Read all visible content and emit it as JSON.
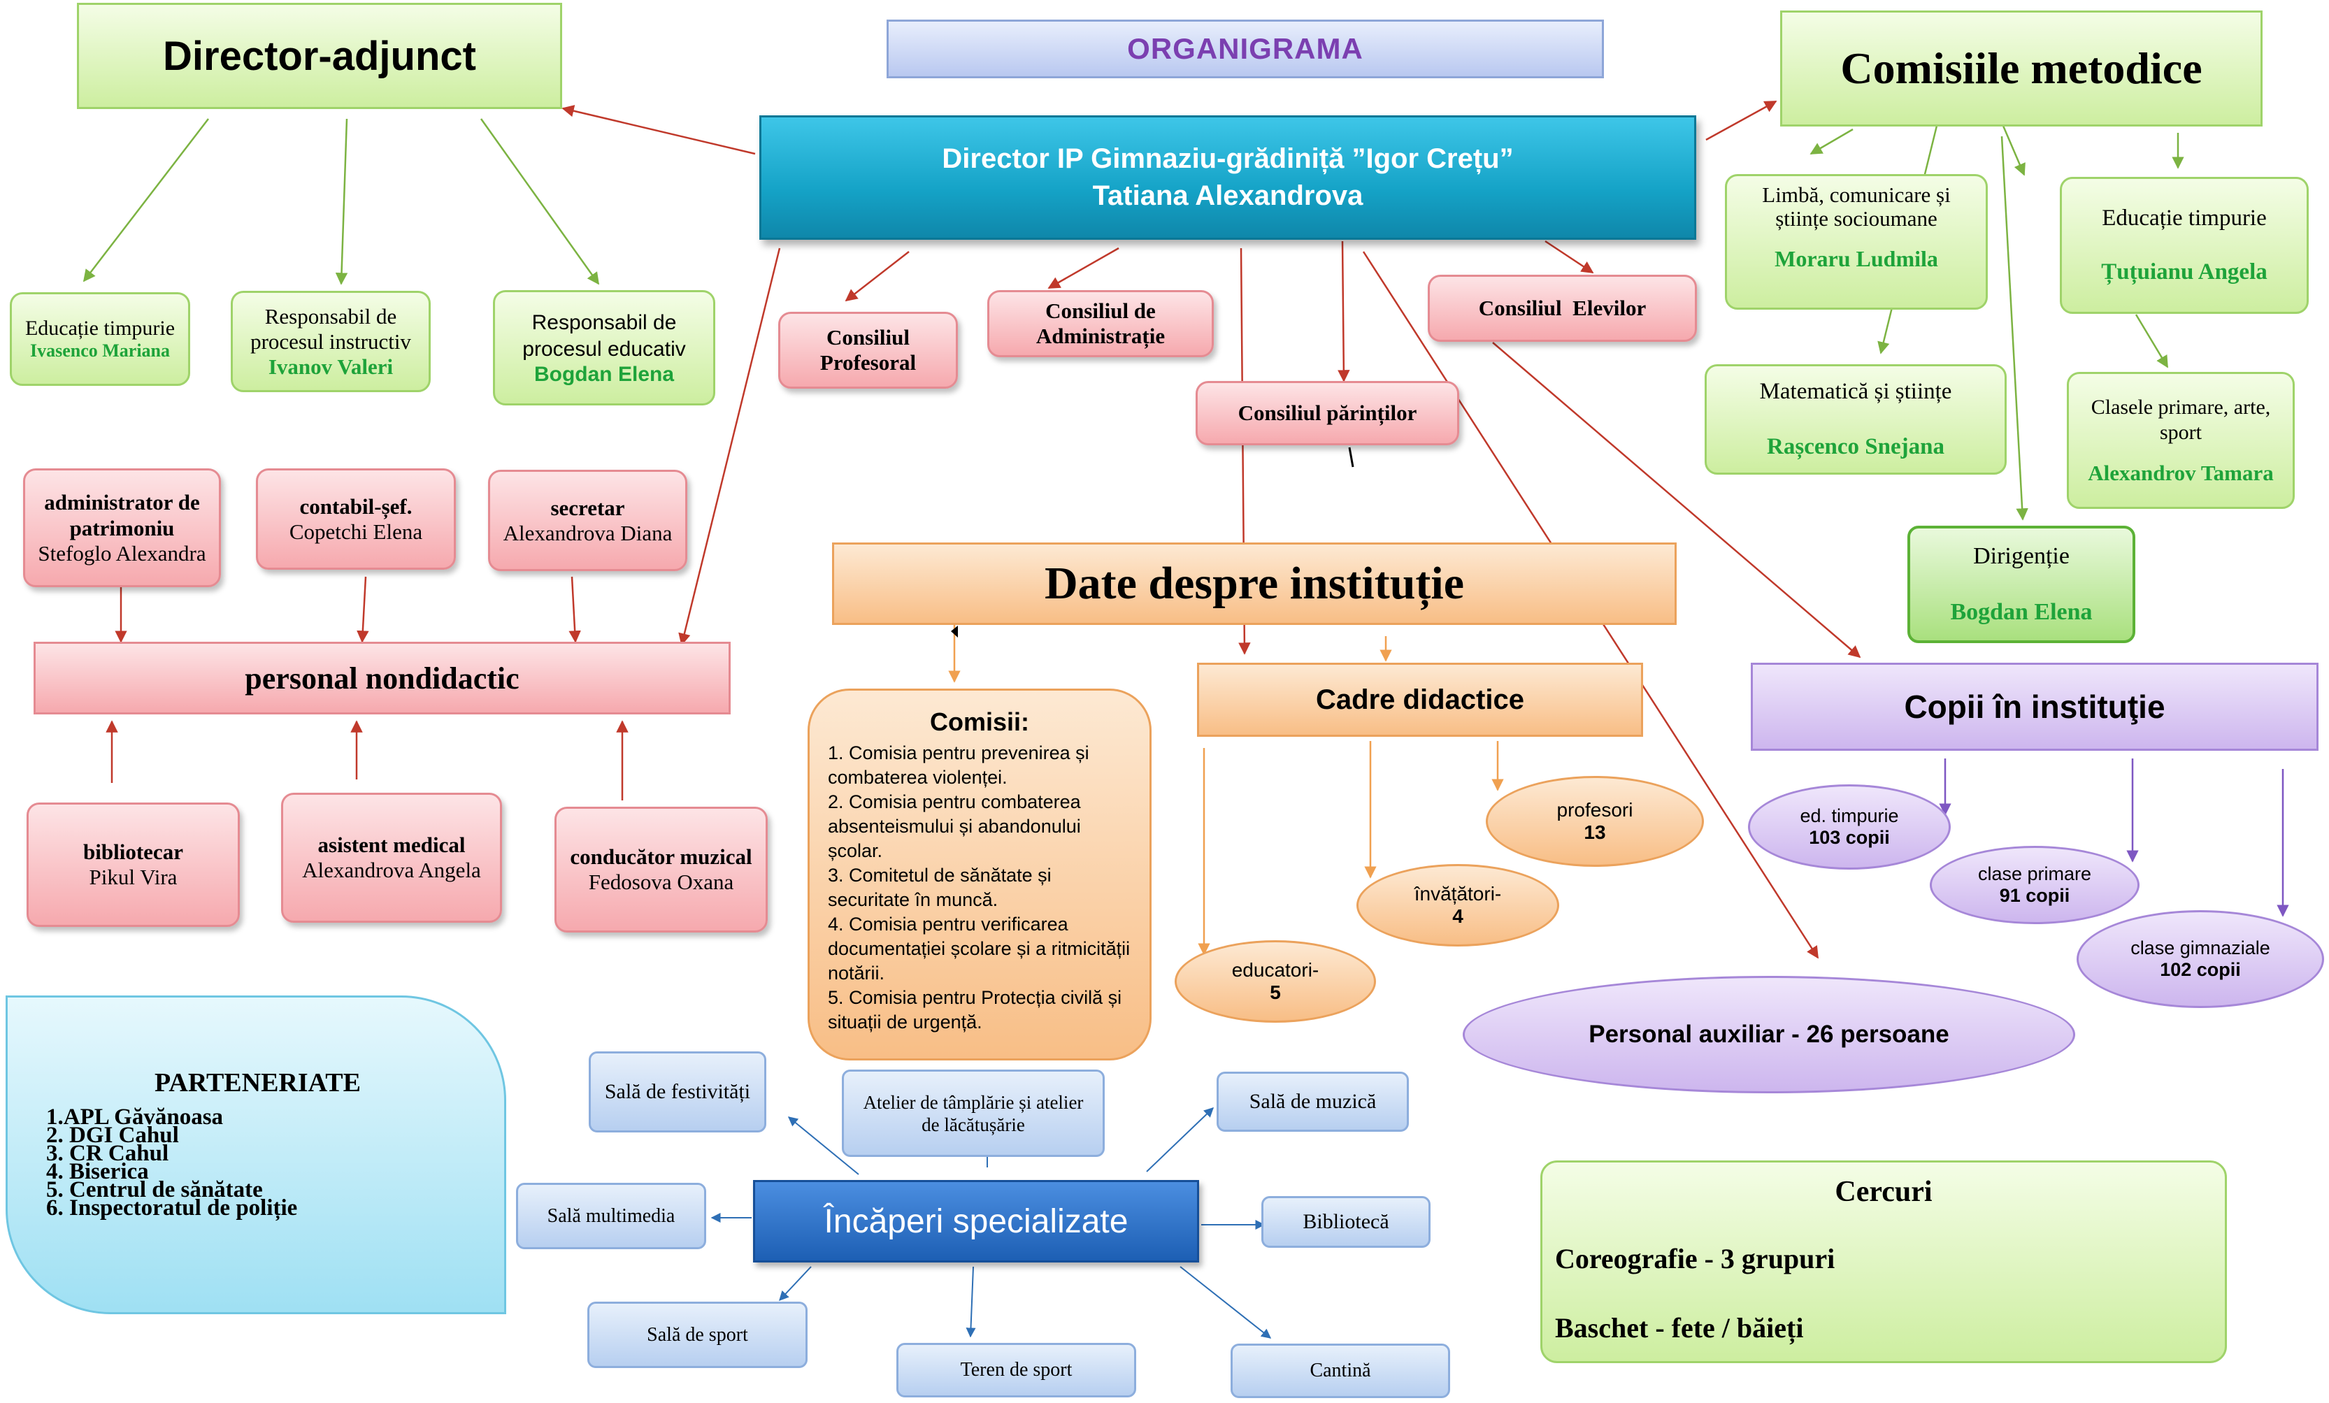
{
  "header": {
    "title": "ORGANIGRAMA"
  },
  "director": {
    "line1": "Director IP Gimnaziu-grădiniță ”Igor Crețu”",
    "line2": "Tatiana Alexandrova"
  },
  "deputy": {
    "title": "Director-adjunct",
    "items": [
      {
        "role": "Educație timpurie",
        "name": "Ivasenco Mariana"
      },
      {
        "role": "Responsabil de procesul  instructiv",
        "name": "Ivanov Valeri"
      },
      {
        "role": "Responsabil de procesul educativ",
        "name": "Bogdan Elena"
      }
    ]
  },
  "councils": {
    "profesoral": "Consiliul Profesoral",
    "administratie": "Consiliul de Administrație",
    "elevilor": "Consiliul  Elevilor",
    "parintilor": "Consiliul părinților"
  },
  "methodical": {
    "title": "Comisiile metodice",
    "items": [
      {
        "role": "Limbă, comunicare și științe socioumane",
        "name": "Moraru Ludmila"
      },
      {
        "role": "Educație timpurie",
        "name": "Țuțuianu Angela"
      },
      {
        "role": "Matematică și științe",
        "name": "Rașcenco Snejana"
      },
      {
        "role": "Clasele primare, arte, sport",
        "name": "Alexandrov Tamara"
      },
      {
        "role": "Dirigenție",
        "name": "Bogdan Elena"
      }
    ]
  },
  "staff_top": [
    {
      "role": "administrator de patrimoniu",
      "name": "Stefoglo Alexandra"
    },
    {
      "role": "contabil-șef.",
      "name": "Copetchi Elena"
    },
    {
      "role": "secretar",
      "name": "Alexandrova Diana"
    }
  ],
  "nondidactic": {
    "title": "personal nondidactic"
  },
  "staff_bottom": [
    {
      "role": "bibliotecar",
      "name": "Pikul Vira"
    },
    {
      "role": "asistent medical",
      "name": "Alexandrova Angela"
    },
    {
      "role": "conducător muzical",
      "name": "Fedosova Oxana"
    }
  ],
  "institution": {
    "title": "Date despre instituție"
  },
  "commissions": {
    "title": "Comisii:",
    "items": [
      "1. Comisia pentru prevenirea și combaterea violenței.",
      "2. Comisia pentru combaterea absenteismului și abandonului școlar.",
      "3. Comitetul de sănătate și securitate în muncă.",
      "4. Comisia pentru verificarea documentației școlare și a ritmicității notării.",
      "5. Comisia pentru Protecția civilă și situații de urgență."
    ]
  },
  "teachers": {
    "title": "Cadre didactice",
    "items": [
      {
        "label": "profesori",
        "value": "13"
      },
      {
        "label": "învățători-",
        "value": "4"
      },
      {
        "label": "educatori-",
        "value": "5"
      }
    ]
  },
  "auxiliary": {
    "label": "Personal auxiliar - 26 persoane"
  },
  "children": {
    "title": "Copii în instituţie",
    "items": [
      {
        "label": "ed. timpurie",
        "value": "103 copii"
      },
      {
        "label": "clase primare",
        "value": "91 copii"
      },
      {
        "label": "clase gimnaziale",
        "value": "102 copii"
      }
    ]
  },
  "partnerships": {
    "title": "PARTENERIATE",
    "items": [
      "1.APL Găvănoasa",
      "2.  DGI Cahul",
      "3. CR Cahul",
      "4. Biserica",
      "5. Centrul de sănătate",
      "6. Inspectoratul de poliție"
    ]
  },
  "rooms": {
    "title": "Încăperi specializate",
    "festivitati": "Sală de festivități",
    "atelier": "Atelier de tâmplărie și atelier de lăcătușărie",
    "muzica": "Sală de muzică",
    "multimedia": "Sală multimedia",
    "biblioteca": "Bibliotecă",
    "sport": "Sală de sport",
    "teren": "Teren de sport",
    "cantina": "Cantină"
  },
  "clubs": {
    "title": "Cercuri",
    "items": [
      "Coreografie - 3 grupuri",
      "Baschet - fete / băieți"
    ]
  }
}
